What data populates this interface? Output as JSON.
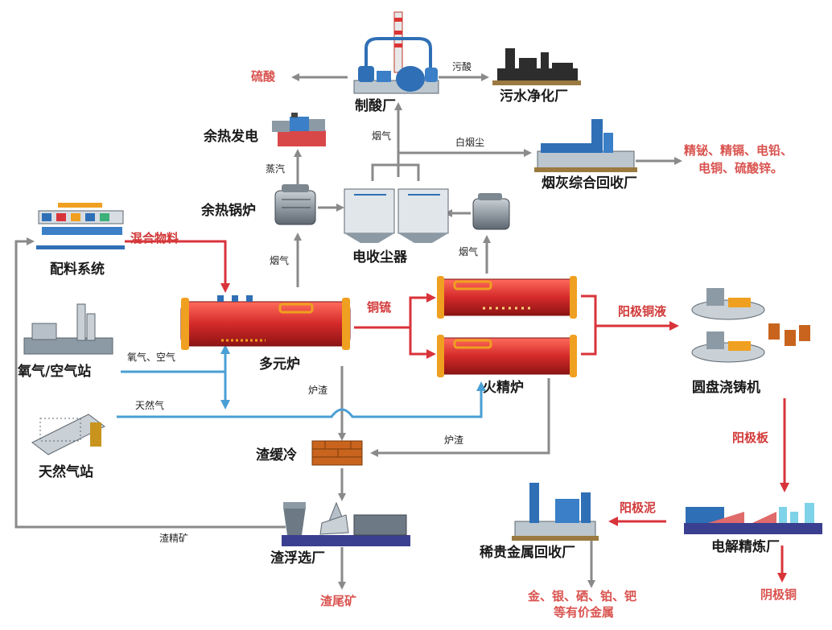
{
  "colors": {
    "gray_arrow": "#8a8a8a",
    "red_arrow": "#d9333a",
    "blue_arrow": "#4a9fd4",
    "red_text": "#d9534f",
    "furnace_red": "#d42a2a",
    "furnace_band": "#f0a020",
    "equipment_blue": "#2f6fb5",
    "equipment_gray": "#6d7a85",
    "brick": "#c8641e"
  },
  "nodes": {
    "acid_plant": "制酸厂",
    "wastewater": "污水净化厂",
    "waste_heat_power": "余热发电",
    "waste_heat_boiler": "余热锅炉",
    "precipitator": "电收尘器",
    "dust_recovery": "烟灰综合回收厂",
    "batching": "配料系统",
    "multi_furnace": "多元炉",
    "fire_refining": "火精炉",
    "casting_machine": "圆盘浇铸机",
    "oxygen_station": "氧气/空气站",
    "gas_station": "天然气站",
    "slag_cooling": "渣缓冷",
    "slag_flotation": "渣浮选厂",
    "precious_metals": "稀贵金属回收厂",
    "electrolysis": "电解精炼厂"
  },
  "products": {
    "sulfuric_acid": "硫酸",
    "dust_products_line1": "精铋、精镉、电铅、",
    "dust_products_line2": "电铜、硫酸锌。",
    "tailings": "渣尾矿",
    "precious_line1": "金、银、硒、铂、钯",
    "precious_line2": "等有价金属",
    "cathode_copper": "阴极铜"
  },
  "flows": {
    "dirty_acid": "污酸",
    "flue_gas_acid": "烟气",
    "white_dust": "白烟尘",
    "steam": "蒸汽",
    "flue_gas_boiler": "烟气",
    "flue_gas_refining": "烟气",
    "mixed_material": "混合物料",
    "matte": "铜锍",
    "anode_copper_liquid": "阳极铜液",
    "oxygen_air": "氧气、空气",
    "natural_gas": "天然气",
    "slag_multi": "炉渣",
    "slag_refining": "炉渣",
    "slag_concentrate": "渣精矿",
    "anode_plate": "阳极板",
    "anode_slime": "阳极泥"
  }
}
